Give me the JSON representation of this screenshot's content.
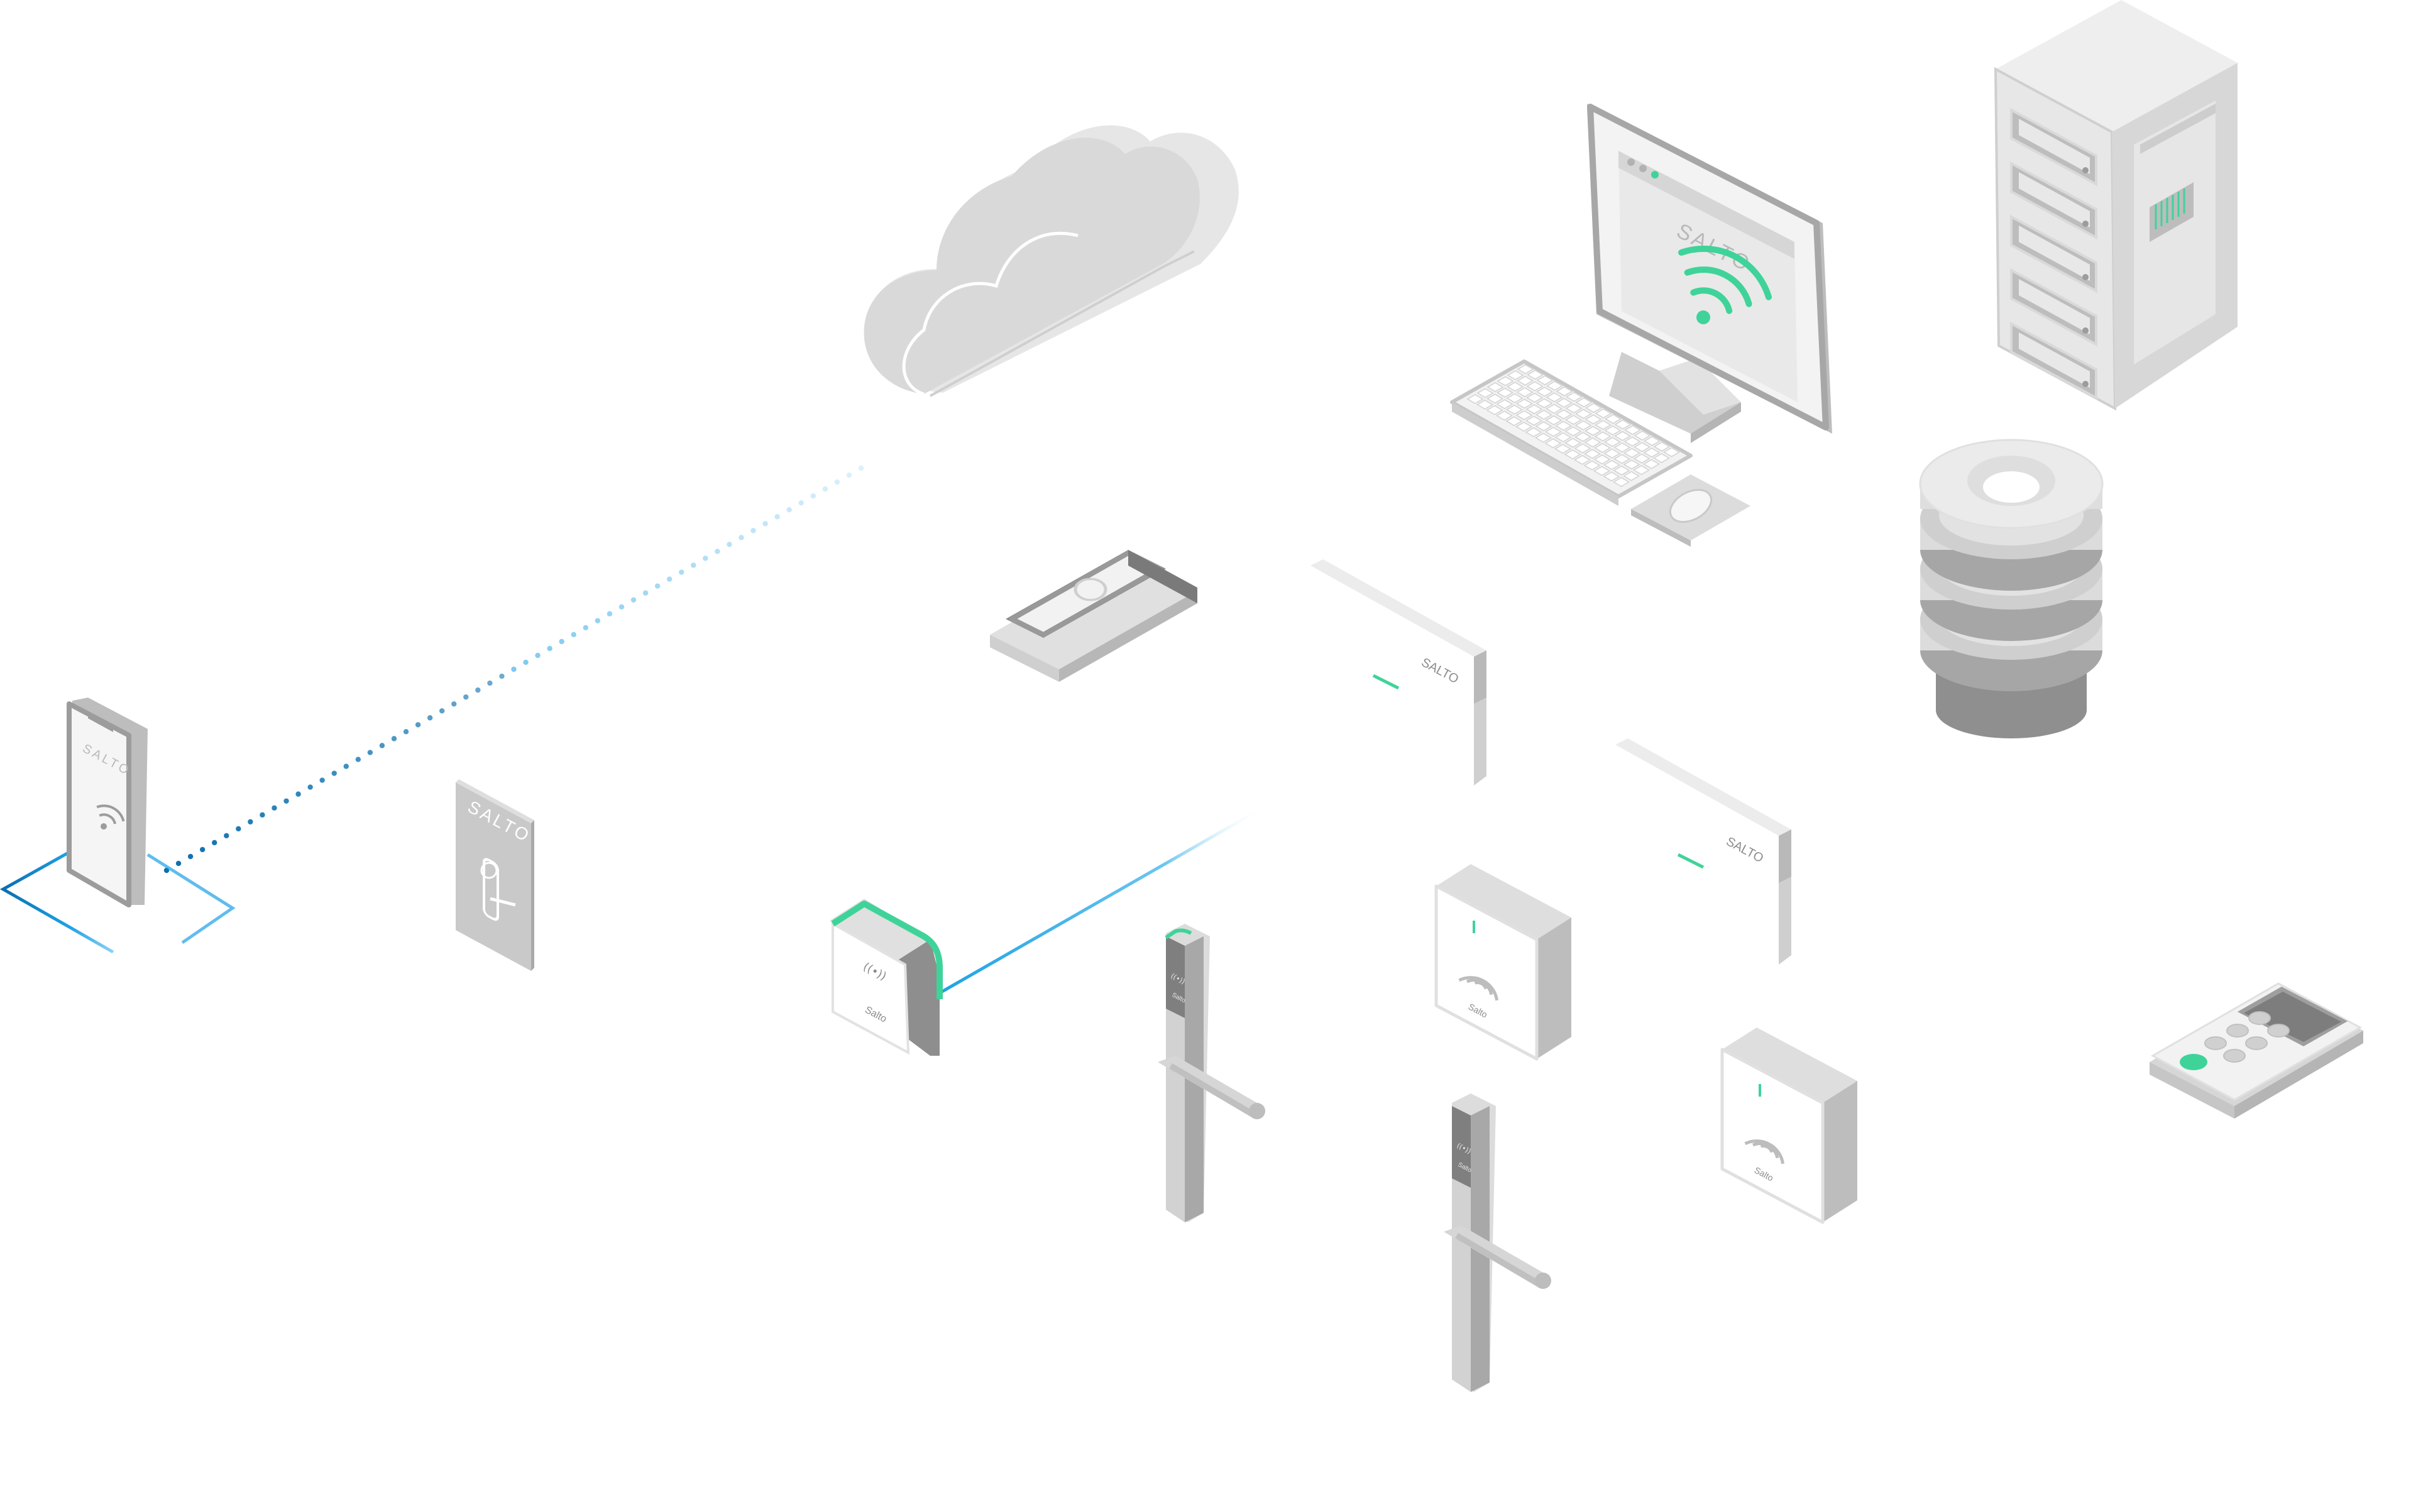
{
  "brand": {
    "name": "SALTO",
    "name_lower": "Salto",
    "nfc_symbol": "((•))"
  },
  "colors": {
    "accent_green": "#3fd39a",
    "link_blue": "#1da1e6",
    "link_blue_dark": "#0a6fb0",
    "device_light": "#f1f1f1",
    "device_mid": "#dedede",
    "device_dark": "#a9a9a9",
    "screen_dark": "#7e7e7e"
  },
  "devices": [
    {
      "name": "cloud",
      "icon": "cloud-icon"
    },
    {
      "name": "desktop-computer",
      "icon": "monitor-icon",
      "screen_label": "SALTO"
    },
    {
      "name": "keyboard",
      "icon": "keyboard-icon"
    },
    {
      "name": "mouse",
      "icon": "mouse-icon"
    },
    {
      "name": "server-rack",
      "icon": "server-icon"
    },
    {
      "name": "database",
      "icon": "database-icon"
    },
    {
      "name": "encoder",
      "icon": "encoder-icon"
    },
    {
      "name": "controller-unit-1",
      "icon": "controller-icon",
      "label": "SALTO"
    },
    {
      "name": "controller-unit-2",
      "icon": "controller-icon",
      "label": "SALTO"
    },
    {
      "name": "smartphone",
      "icon": "smartphone-icon",
      "label": "SALTO"
    },
    {
      "name": "key-card",
      "icon": "keycard-icon",
      "label": "SALTO"
    },
    {
      "name": "gateway",
      "icon": "gateway-icon",
      "label": "Salto"
    },
    {
      "name": "electronic-handle-1",
      "icon": "door-handle-icon",
      "label": "Salto"
    },
    {
      "name": "electronic-handle-2",
      "icon": "door-handle-icon",
      "label": "Salto"
    },
    {
      "name": "wall-reader-1",
      "icon": "wall-reader-icon",
      "label": "Salto"
    },
    {
      "name": "wall-reader-2",
      "icon": "wall-reader-icon",
      "label": "Salto"
    },
    {
      "name": "remote-control",
      "icon": "remote-icon"
    }
  ]
}
